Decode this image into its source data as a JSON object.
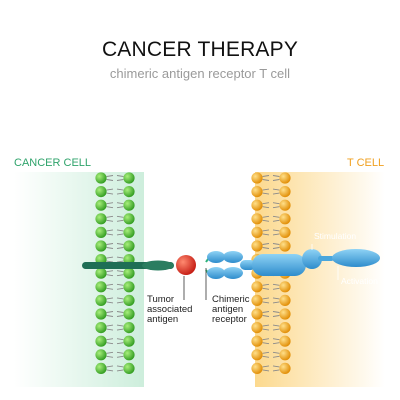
{
  "header": {
    "title": "CANCER THERAPY",
    "subtitle": "chimeric antigen receptor T cell"
  },
  "cells": {
    "cancer_label": "CANCER CELL",
    "tcell_label": "T CELL"
  },
  "labels": {
    "tumor_antigen": [
      "Tumor",
      "associated",
      "antigen"
    ],
    "car": [
      "Chimeric",
      "antigen",
      "receptor"
    ],
    "stimulation": "Stimulation",
    "activation": "Activation"
  },
  "colors": {
    "cancer_region": "#dff2e8",
    "tcell_region": "#fde9c2",
    "cancer_head": "#4cc03a",
    "tcell_head": "#f5a81c",
    "antigen_red": "#e0322a",
    "receptor_blue": "#4aa6dc",
    "stalk_green": "#1f6e55"
  }
}
